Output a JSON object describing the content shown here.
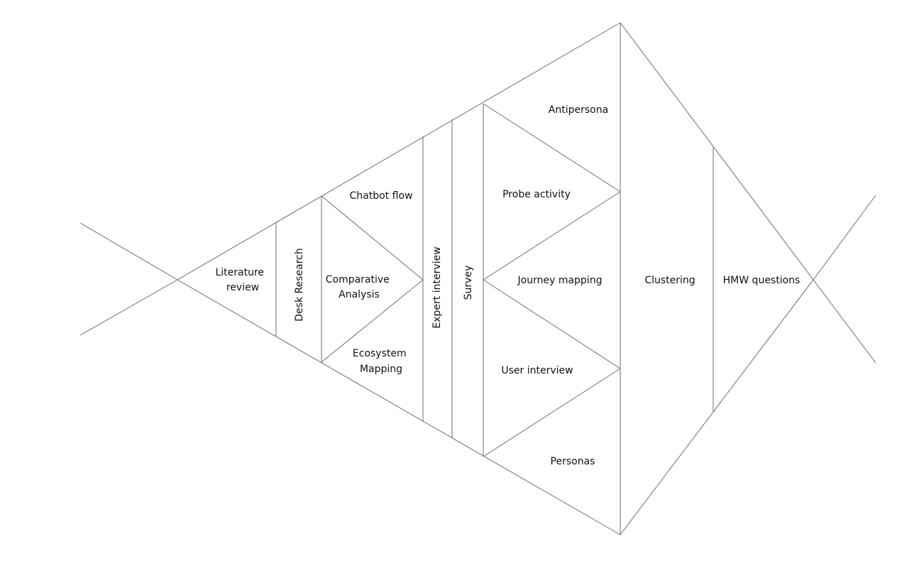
{
  "stages": {
    "literature_review": [
      "Literature",
      "review"
    ],
    "desk_research": "Desk Research",
    "chatbot_flow": "Chatbot flow",
    "comparative_analysis": [
      "Comparative",
      "Analysis"
    ],
    "ecosystem_mapping": [
      "Ecosystem",
      "Mapping"
    ],
    "expert_interview": "Expert interview",
    "survey": "Survey",
    "antipersona": "Antipersona",
    "probe_activity": "Probe activity",
    "journey_mapping": "Journey mapping",
    "user_interview": "User interview",
    "personas": "Personas",
    "clustering": "Clustering",
    "hmw_questions": "HMW questions"
  },
  "colors": {
    "line": "#6e6e6e",
    "text": "#111111",
    "background": "#ffffff"
  }
}
